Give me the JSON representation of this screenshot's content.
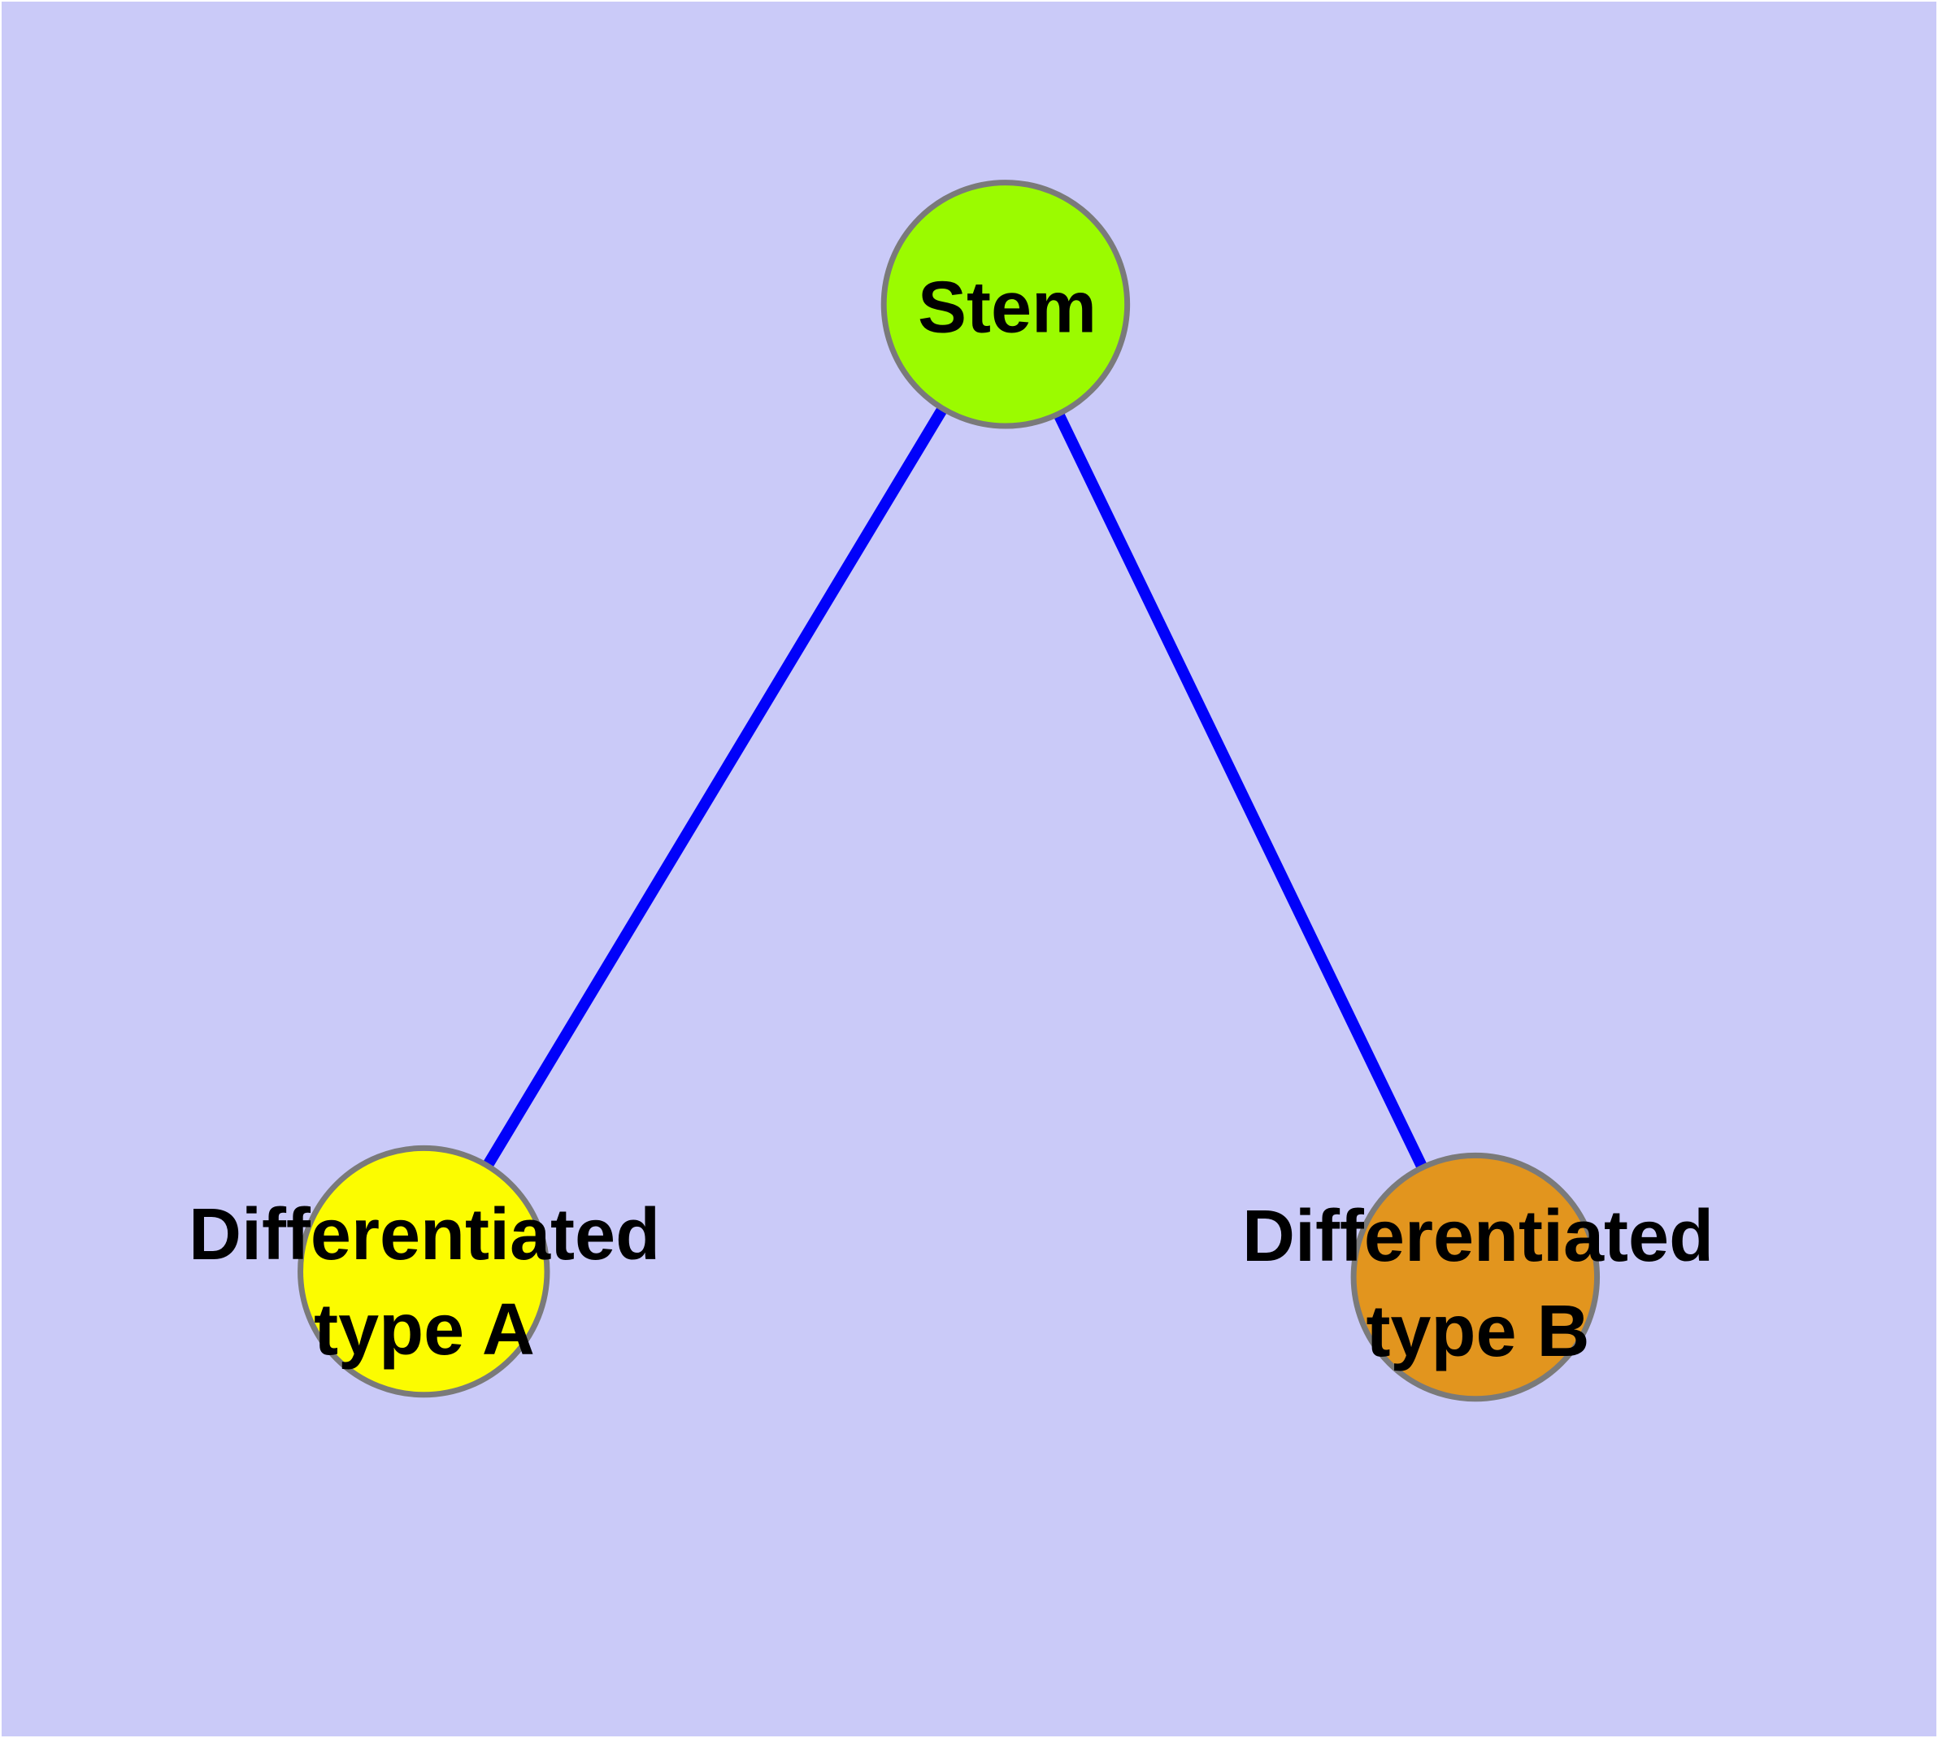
{
  "diagram": {
    "type": "node-link-graph",
    "colors": {
      "background": "#CACAF8",
      "frame": "#FFFFFF",
      "edge": "#0101FA",
      "node_border": "#7A7A7A",
      "label_text": "#000000"
    },
    "nodes": [
      {
        "id": "stem",
        "label": "Stem",
        "fill": "#9BFB00"
      },
      {
        "id": "differentiated-type-a",
        "label_line1": "Differentiated",
        "label_line2": "type A",
        "fill": "#FCFC00"
      },
      {
        "id": "differentiated-type-b",
        "label_line1": "Differentiated",
        "label_line2": "type B",
        "fill": "#E2951E"
      }
    ],
    "edges": [
      {
        "from": "Stem",
        "to": "Differentiated type A"
      },
      {
        "from": "Stem",
        "to": "Differentiated type B"
      }
    ]
  }
}
